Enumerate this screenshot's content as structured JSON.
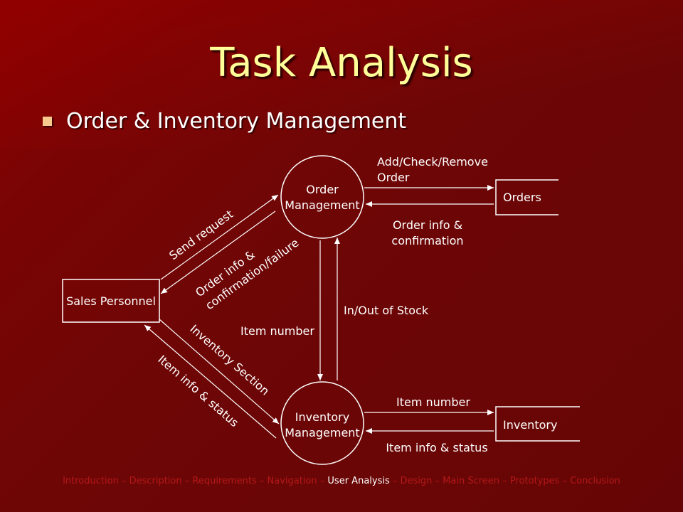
{
  "slide": {
    "title": "Task Analysis",
    "bullet": "Order & Inventory Management"
  },
  "diagram": {
    "nodes": {
      "order_mgmt": [
        "Order",
        "Management"
      ],
      "inventory_mgmt": [
        "Inventory",
        "Management"
      ],
      "sales": "Sales Personnel",
      "orders": "Orders",
      "inventory": "Inventory"
    },
    "labels": {
      "add_check_remove": [
        "Add/Check/Remove",
        "Order"
      ],
      "order_info_conf": [
        "Order info &",
        "confirmation"
      ],
      "send_request": "Send request",
      "order_info_conf_fail": [
        "Order info &",
        "confirmation/failure"
      ],
      "in_out_stock": "In/Out of Stock",
      "item_number_left": "Item number",
      "inventory_section": "Inventory Section",
      "item_info_status_left": "Item info & status",
      "item_number_right": "Item number",
      "item_info_status_right": "Item info & status"
    }
  },
  "footer": {
    "items": [
      "Introduction",
      "Description",
      "Requirements",
      "Navigation",
      "User Analysis",
      "Design",
      "Main Screen",
      "Prototypes",
      "Conclusion"
    ],
    "separator": " – ",
    "active_index": 4
  },
  "colors": {
    "title": "#ffff99",
    "footer_dim": "#b51818",
    "footer_active": "#ffffff"
  }
}
